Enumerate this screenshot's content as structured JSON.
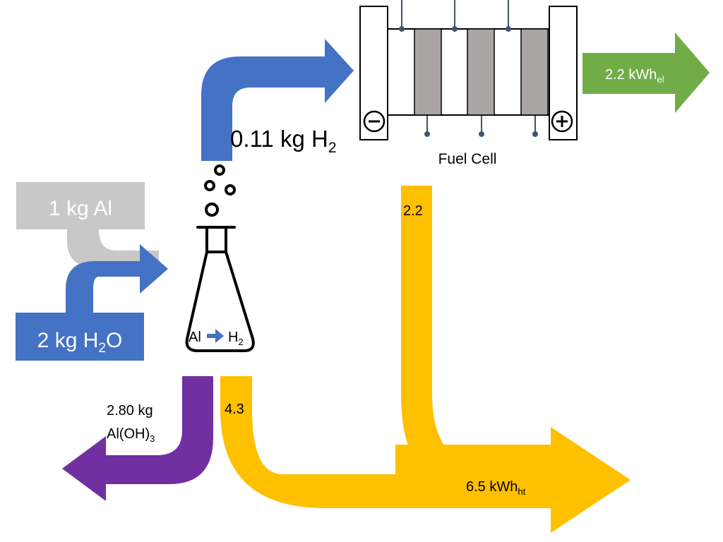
{
  "colors": {
    "hydrogen": "#4472c4",
    "water": "#4472c4",
    "aluminum": "#c8c8c8",
    "electricity": "#70ad47",
    "heat": "#ffc000",
    "hydroxide": "#7030a0",
    "membrane": "#aaa6a6"
  },
  "inputs": {
    "aluminum": {
      "value": "1 kg",
      "species": "Al"
    },
    "water": {
      "value": "2 kg",
      "formula_main": "H",
      "formula_sub": "2",
      "formula_tail": "O"
    }
  },
  "reactor": {
    "icon": "erlenmeyer-flask-icon",
    "reaction_from": "Al",
    "reaction_to_main": "H",
    "reaction_to_sub": "2"
  },
  "hydrogen_flow": {
    "value": "0.11 kg",
    "formula_main": "H",
    "formula_sub": "2"
  },
  "fuel_cell": {
    "label": "Fuel Cell",
    "negative_symbol": "−",
    "positive_symbol": "+"
  },
  "electricity_output": {
    "value": "2.2 kWh",
    "subscript": "el"
  },
  "heat_flows": {
    "fuel_cell_heat": "2.2",
    "reactor_heat": "4.3"
  },
  "heat_output": {
    "value": "6.5 kWh",
    "subscript": "ht"
  },
  "byproduct": {
    "value": "2.80 kg",
    "formula_main": "Al(OH)",
    "formula_sub": "3"
  }
}
